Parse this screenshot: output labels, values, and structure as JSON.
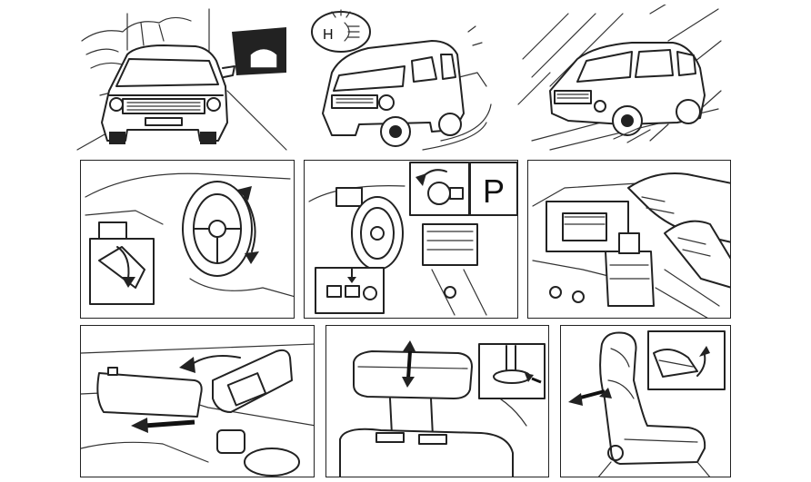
{
  "illustrations": {
    "row1": [
      {
        "name": "suv-tunnel-scene"
      },
      {
        "name": "van-headlight-scene",
        "indicator_label": "H"
      },
      {
        "name": "suv-rain-scene"
      }
    ],
    "row2": [
      {
        "name": "steering-wheel-adjust-panel"
      },
      {
        "name": "ignition-park-panel",
        "gear_label": "P"
      },
      {
        "name": "engine-bay-fluid-panel"
      }
    ],
    "row3": [
      {
        "name": "sun-visor-panel"
      },
      {
        "name": "head-restraint-panel"
      },
      {
        "name": "seat-recline-panel"
      }
    ]
  },
  "colors": {
    "line": "#222222",
    "arrow": "#111111",
    "background": "#ffffff"
  }
}
